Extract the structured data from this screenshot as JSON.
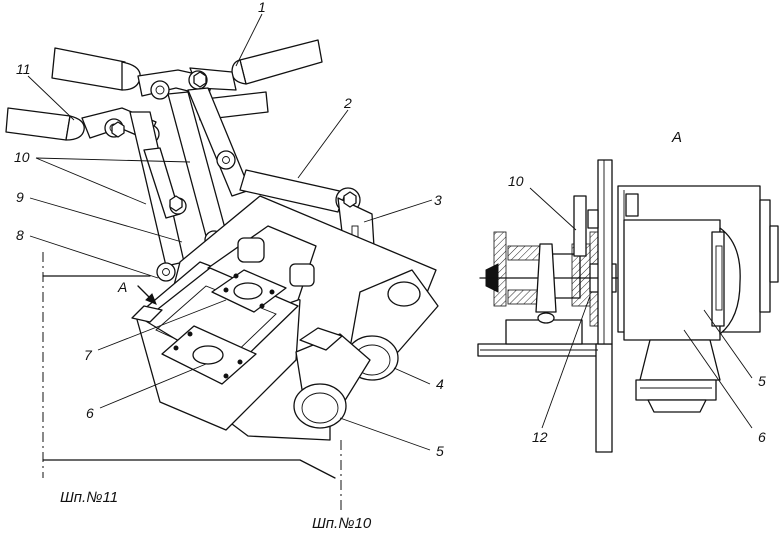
{
  "drawing": {
    "view_label": "A",
    "view_arrow_label": "A",
    "left_view": {
      "callouts": [
        {
          "id": "c1",
          "text": "1"
        },
        {
          "id": "c11",
          "text": "11"
        },
        {
          "id": "c2",
          "text": "2"
        },
        {
          "id": "c10",
          "text": "10"
        },
        {
          "id": "c9",
          "text": "9"
        },
        {
          "id": "c3",
          "text": "3"
        },
        {
          "id": "c8",
          "text": "8"
        },
        {
          "id": "c7",
          "text": "7"
        },
        {
          "id": "c4",
          "text": "4"
        },
        {
          "id": "c6",
          "text": "6"
        },
        {
          "id": "c5",
          "text": "5"
        }
      ],
      "frame_labels": [
        "Шп.№11",
        "Шп.№10"
      ]
    },
    "right_view": {
      "callouts": [
        {
          "id": "r10",
          "text": "10"
        },
        {
          "id": "r12",
          "text": "12"
        },
        {
          "id": "r5",
          "text": "5"
        },
        {
          "id": "r6",
          "text": "6"
        }
      ]
    }
  }
}
